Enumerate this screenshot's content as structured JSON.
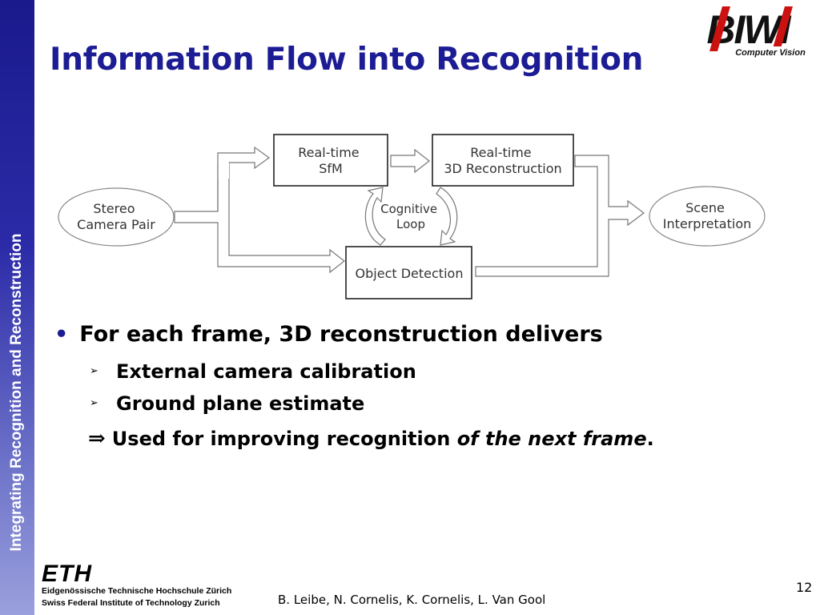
{
  "slide": {
    "title": "Information Flow into Recognition",
    "sidebar_label": "Integrating Recognition and Reconstruction",
    "page_number": "12",
    "authors": "B. Leibe, N. Cornelis, K. Cornelis, L. Van Gool"
  },
  "logo": {
    "mark": "BIWI",
    "subtitle": "Computer Vision"
  },
  "diagram": {
    "input": [
      "Stereo",
      "Camera Pair"
    ],
    "sfm": [
      "Real-time",
      "SfM"
    ],
    "reconstruction": [
      "Real-time",
      "3D Reconstruction"
    ],
    "detection": "Object Detection",
    "loop": [
      "Cognitive",
      "Loop"
    ],
    "output": [
      "Scene",
      "Interpretation"
    ]
  },
  "bullets": {
    "main": "For each frame, 3D reconstruction delivers",
    "sub": [
      "External camera calibration",
      "Ground plane estimate"
    ],
    "implication_prefix": "Used for improving recognition ",
    "implication_emphasis": "of the next frame",
    "implication_suffix": "."
  },
  "footer": {
    "eth_mark": "ETH",
    "eth_line1": "Eidgenössische Technische Hochschule Zürich",
    "eth_line2": "Swiss Federal Institute of Technology Zurich"
  }
}
